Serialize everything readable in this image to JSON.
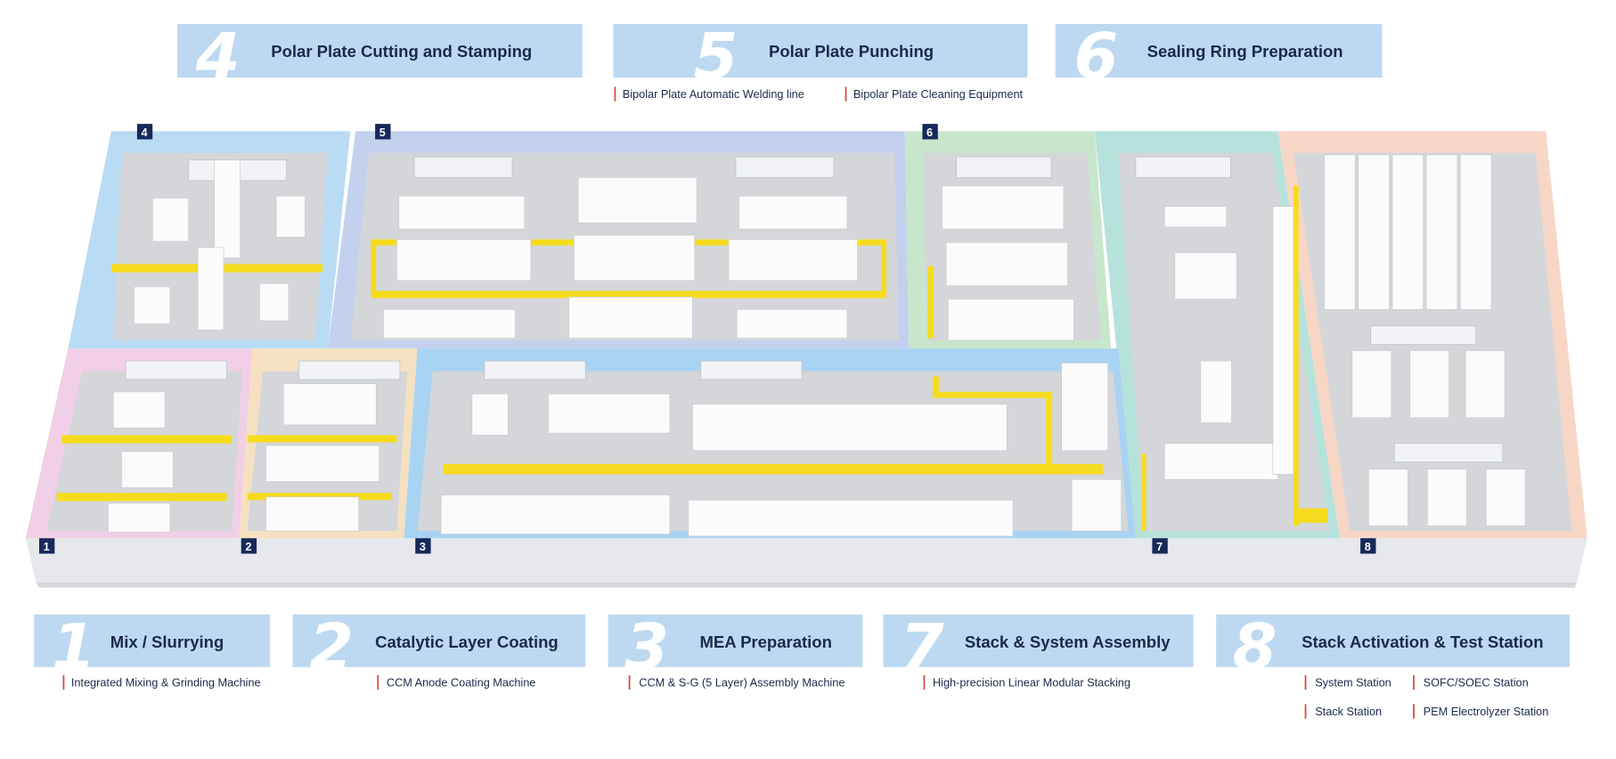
{
  "colors": {
    "header_box": "#bcd9f1",
    "title_text": "#1b2a4a",
    "accent_bar": "#d9443c",
    "badge": "#16295a",
    "walkway": "#f6dc1e",
    "zone_1": "#f1cfe6",
    "zone_2": "#f5e1c1",
    "zone_3": "#a9d3f2",
    "zone_4": "#b9dcf4",
    "zone_5": "#c3d1ee",
    "zone_6": "#c8e6cb",
    "zone_7": "#b6e2dc",
    "zone_8": "#f8d6c6"
  },
  "sections": [
    {
      "number": "1",
      "title": "Mix / Slurrying",
      "equipment": [
        "Integrated Mixing & Grinding Machine"
      ]
    },
    {
      "number": "2",
      "title": "Catalytic Layer Coating",
      "equipment": [
        "CCM Anode Coating Machine"
      ]
    },
    {
      "number": "3",
      "title": "MEA Preparation",
      "equipment": [
        "CCM & S-G (5 Layer) Assembly Machine"
      ]
    },
    {
      "number": "4",
      "title": "Polar Plate Cutting and  Stamping",
      "equipment": []
    },
    {
      "number": "5",
      "title": "Polar Plate Punching",
      "equipment": [
        "Bipolar Plate Automatic Welding line",
        "Bipolar Plate Cleaning Equipment"
      ]
    },
    {
      "number": "6",
      "title": "Sealing Ring Preparation",
      "equipment": []
    },
    {
      "number": "7",
      "title": "Stack & System Assembly",
      "equipment": [
        "High-precision Linear Modular Stacking"
      ]
    },
    {
      "number": "8",
      "title": "Stack Activation & Test Station",
      "equipment": [
        "System Station",
        "SOFC/SOEC Station",
        "Stack Station",
        "PEM Electrolyzer Station"
      ]
    }
  ]
}
